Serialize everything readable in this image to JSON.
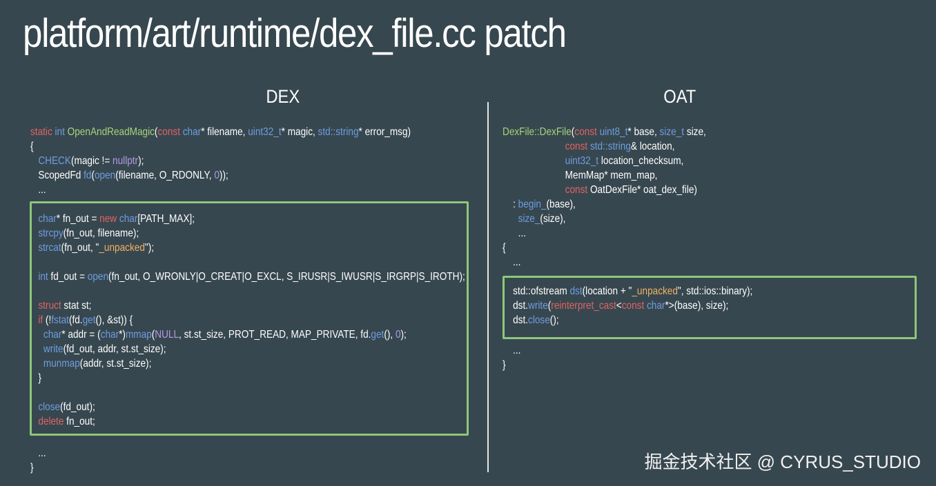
{
  "slide": {
    "title": "platform/art/runtime/dex_file.cc patch",
    "left_heading": "DEX",
    "right_heading": "OAT",
    "watermark": "掘金技术社区 @ CYRUS_STUDIO"
  },
  "colors": {
    "background": "#37474f",
    "keyword": "#e06464",
    "type": "#6e9ee0",
    "function": "#a6d47a",
    "string": "#f0b266",
    "number": "#b39ae6",
    "highlight_border": "#8dc87a"
  },
  "dex_code": {
    "head": [
      [
        [
          "k",
          "static "
        ],
        [
          "t",
          "int "
        ],
        [
          "f",
          "OpenAndReadMagic"
        ],
        [
          "",
          "("
        ],
        [
          "k",
          "const "
        ],
        [
          "t",
          "char"
        ],
        [
          "",
          "* filename, "
        ],
        [
          "t",
          "uint32_t"
        ],
        [
          "",
          "* magic, "
        ],
        [
          "t",
          "std::string"
        ],
        [
          "",
          "* error_msg)"
        ]
      ],
      [
        [
          "",
          "{"
        ]
      ],
      [
        [
          "",
          "   "
        ],
        [
          "t",
          "CHECK"
        ],
        [
          "",
          "(magic != "
        ],
        [
          "n",
          "nullptr"
        ],
        [
          "",
          ");"
        ]
      ],
      [
        [
          "",
          "   ScopedFd "
        ],
        [
          "t",
          "fd"
        ],
        [
          "",
          "("
        ],
        [
          "t",
          "open"
        ],
        [
          "",
          "(filename, O_RDONLY, "
        ],
        [
          "n",
          "0"
        ],
        [
          "",
          "));"
        ]
      ],
      [
        [
          "",
          "   ..."
        ]
      ]
    ],
    "patch": [
      [
        [
          "",
          "   "
        ],
        [
          "t",
          "char"
        ],
        [
          "",
          "* fn_out = "
        ],
        [
          "k",
          "new "
        ],
        [
          "t",
          "char"
        ],
        [
          "",
          "[PATH_MAX];"
        ]
      ],
      [
        [
          "",
          "   "
        ],
        [
          "t",
          "strcpy"
        ],
        [
          "",
          "(fn_out, filename);"
        ]
      ],
      [
        [
          "",
          "   "
        ],
        [
          "t",
          "strcat"
        ],
        [
          "",
          "(fn_out, \""
        ],
        [
          "s",
          "_unpacked"
        ],
        [
          "",
          "\");"
        ]
      ],
      [
        [
          "",
          ""
        ]
      ],
      [
        [
          "",
          "   "
        ],
        [
          "t",
          "int "
        ],
        [
          "",
          "fd_out = "
        ],
        [
          "t",
          "open"
        ],
        [
          "",
          "(fn_out, O_WRONLY|O_CREAT|O_EXCL, S_IRUSR|S_IWUSR|S_IRGRP|S_IROTH);"
        ]
      ],
      [
        [
          "",
          ""
        ]
      ],
      [
        [
          "",
          "   "
        ],
        [
          "k",
          "struct "
        ],
        [
          "",
          "stat st;"
        ]
      ],
      [
        [
          "",
          "   "
        ],
        [
          "k",
          "if "
        ],
        [
          "",
          "(!"
        ],
        [
          "t",
          "fstat"
        ],
        [
          "",
          "(fd."
        ],
        [
          "t",
          "get"
        ],
        [
          "",
          "(), &st)) {"
        ]
      ],
      [
        [
          "",
          "     "
        ],
        [
          "t",
          "char"
        ],
        [
          "",
          "* addr = ("
        ],
        [
          "t",
          "char"
        ],
        [
          "",
          "*)"
        ],
        [
          "t",
          "mmap"
        ],
        [
          "",
          "("
        ],
        [
          "n",
          "NULL"
        ],
        [
          "",
          ", st.st_size, PROT_READ, MAP_PRIVATE, fd."
        ],
        [
          "t",
          "get"
        ],
        [
          "",
          "(), "
        ],
        [
          "n",
          "0"
        ],
        [
          "",
          ");"
        ]
      ],
      [
        [
          "",
          "     "
        ],
        [
          "t",
          "write"
        ],
        [
          "",
          "(fd_out, addr, st.st_size);"
        ]
      ],
      [
        [
          "",
          "     "
        ],
        [
          "t",
          "munmap"
        ],
        [
          "",
          "(addr, st.st_size);"
        ]
      ],
      [
        [
          "",
          "   }"
        ]
      ],
      [
        [
          "",
          ""
        ]
      ],
      [
        [
          "",
          "   "
        ],
        [
          "t",
          "close"
        ],
        [
          "",
          "(fd_out);"
        ]
      ],
      [
        [
          "",
          "   "
        ],
        [
          "k",
          "delete "
        ],
        [
          "",
          "fn_out;"
        ]
      ]
    ],
    "tail": [
      [
        [
          "",
          "   ..."
        ]
      ],
      [
        [
          "",
          "}"
        ]
      ]
    ]
  },
  "oat_code": {
    "head": [
      [
        [
          "f",
          "DexFile::DexFile"
        ],
        [
          "",
          "("
        ],
        [
          "k",
          "const "
        ],
        [
          "t",
          "uint8_t"
        ],
        [
          "",
          "* base, "
        ],
        [
          "t",
          "size_t "
        ],
        [
          "",
          "size,"
        ]
      ],
      [
        [
          "",
          "                        "
        ],
        [
          "k",
          "const "
        ],
        [
          "t",
          "std::string"
        ],
        [
          "",
          "& location,"
        ]
      ],
      [
        [
          "",
          "                        "
        ],
        [
          "t",
          "uint32_t "
        ],
        [
          "",
          "location_checksum,"
        ]
      ],
      [
        [
          "",
          "                        MemMap* mem_map,"
        ]
      ],
      [
        [
          "",
          "                        "
        ],
        [
          "k",
          "const "
        ],
        [
          "",
          "OatDexFile* oat_dex_file)"
        ]
      ],
      [
        [
          "",
          "    : "
        ],
        [
          "t",
          "begin_"
        ],
        [
          "",
          "(base),"
        ]
      ],
      [
        [
          "",
          "      "
        ],
        [
          "t",
          "size_"
        ],
        [
          "",
          "(size),"
        ]
      ],
      [
        [
          "",
          "      ..."
        ]
      ],
      [
        [
          "",
          "{"
        ]
      ],
      [
        [
          "",
          "    ..."
        ]
      ]
    ],
    "patch": [
      [
        [
          "",
          "    std::ofstream "
        ],
        [
          "t",
          "dst"
        ],
        [
          "",
          "(location + \""
        ],
        [
          "s",
          "_unpacked"
        ],
        [
          "",
          "\", std::ios::binary);"
        ]
      ],
      [
        [
          "",
          "    dst."
        ],
        [
          "t",
          "write"
        ],
        [
          "",
          "("
        ],
        [
          "k",
          "reinterpret_cast"
        ],
        [
          "",
          "<"
        ],
        [
          "k",
          "const "
        ],
        [
          "t",
          "char"
        ],
        [
          "",
          "*>(base), size);"
        ]
      ],
      [
        [
          "",
          "    dst."
        ],
        [
          "t",
          "close"
        ],
        [
          "",
          "();"
        ]
      ]
    ],
    "tail": [
      [
        [
          "",
          "    ..."
        ]
      ],
      [
        [
          "",
          "}"
        ]
      ]
    ]
  }
}
